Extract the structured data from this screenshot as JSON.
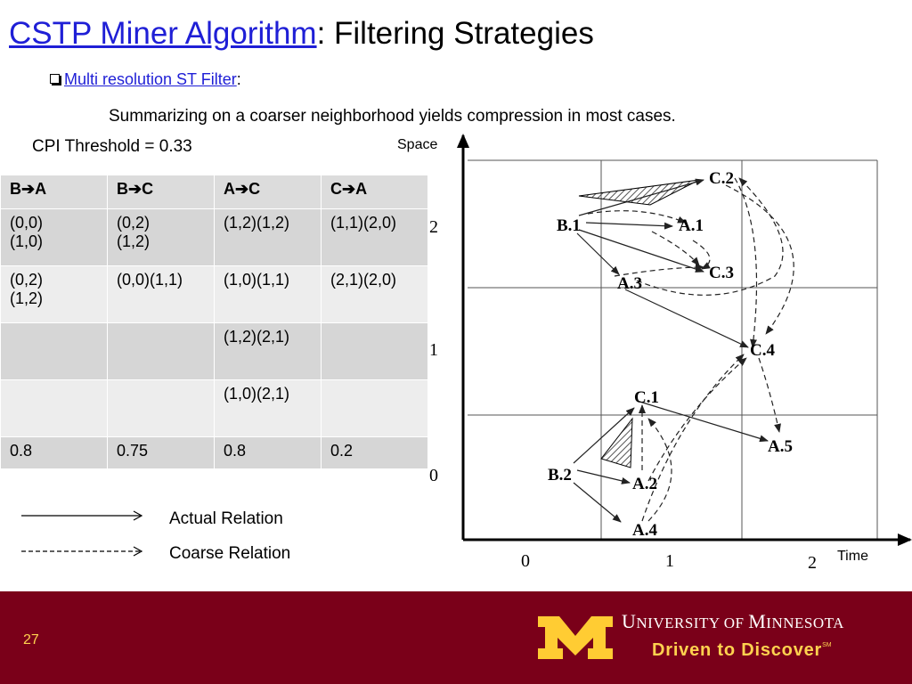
{
  "slide": {
    "title_link": "CSTP Miner Algorithm",
    "title_rest": ": Filtering Strategies",
    "bullet_link": "Multi resolution ST Filter",
    "bullet_rest": ":",
    "summary": "Summarizing on a coarser neighborhood yields compression in most cases.",
    "cpi": "CPI Threshold = 0.33",
    "page_number": "27"
  },
  "table": {
    "headers": [
      "B➔A",
      "B➔C",
      "A➔C",
      "C➔A"
    ],
    "rows": [
      [
        "(0,0)\n(1,0)",
        "(0,2)\n(1,2)",
        "(1,2)(1,2)",
        "(1,1)(2,0)"
      ],
      [
        "(0,2)\n(1,2)",
        "(0,0)(1,1)",
        "(1,0)(1,1)",
        "(2,1)(2,0)"
      ],
      [
        "",
        "",
        "(1,2)(2,1)",
        ""
      ],
      [
        "",
        "",
        "(1,0)(2,1)",
        ""
      ],
      [
        "0.8",
        "0.75",
        "0.8",
        "0.2"
      ]
    ]
  },
  "legend": {
    "actual": "Actual Relation",
    "coarse": "Coarse Relation"
  },
  "diagram": {
    "y_axis_label": "Space",
    "x_axis_label": "Time",
    "y_ticks": [
      "2",
      "1",
      "0"
    ],
    "x_ticks": [
      "0",
      "1",
      "2"
    ],
    "nodes": [
      "C.2",
      "B.1",
      "A.1",
      "C.3",
      "A.3",
      "C.4",
      "C.1",
      "A.5",
      "B.2",
      "A.2",
      "A.4"
    ]
  },
  "footer": {
    "university_first": "U",
    "university_small1": "NIVERSITY OF ",
    "university_second": "M",
    "university_small2": "INNESOTA",
    "tagline": "Driven to Discover",
    "tagline_mark": "SM",
    "background": "#7a0019",
    "gold": "#ffcc33"
  }
}
